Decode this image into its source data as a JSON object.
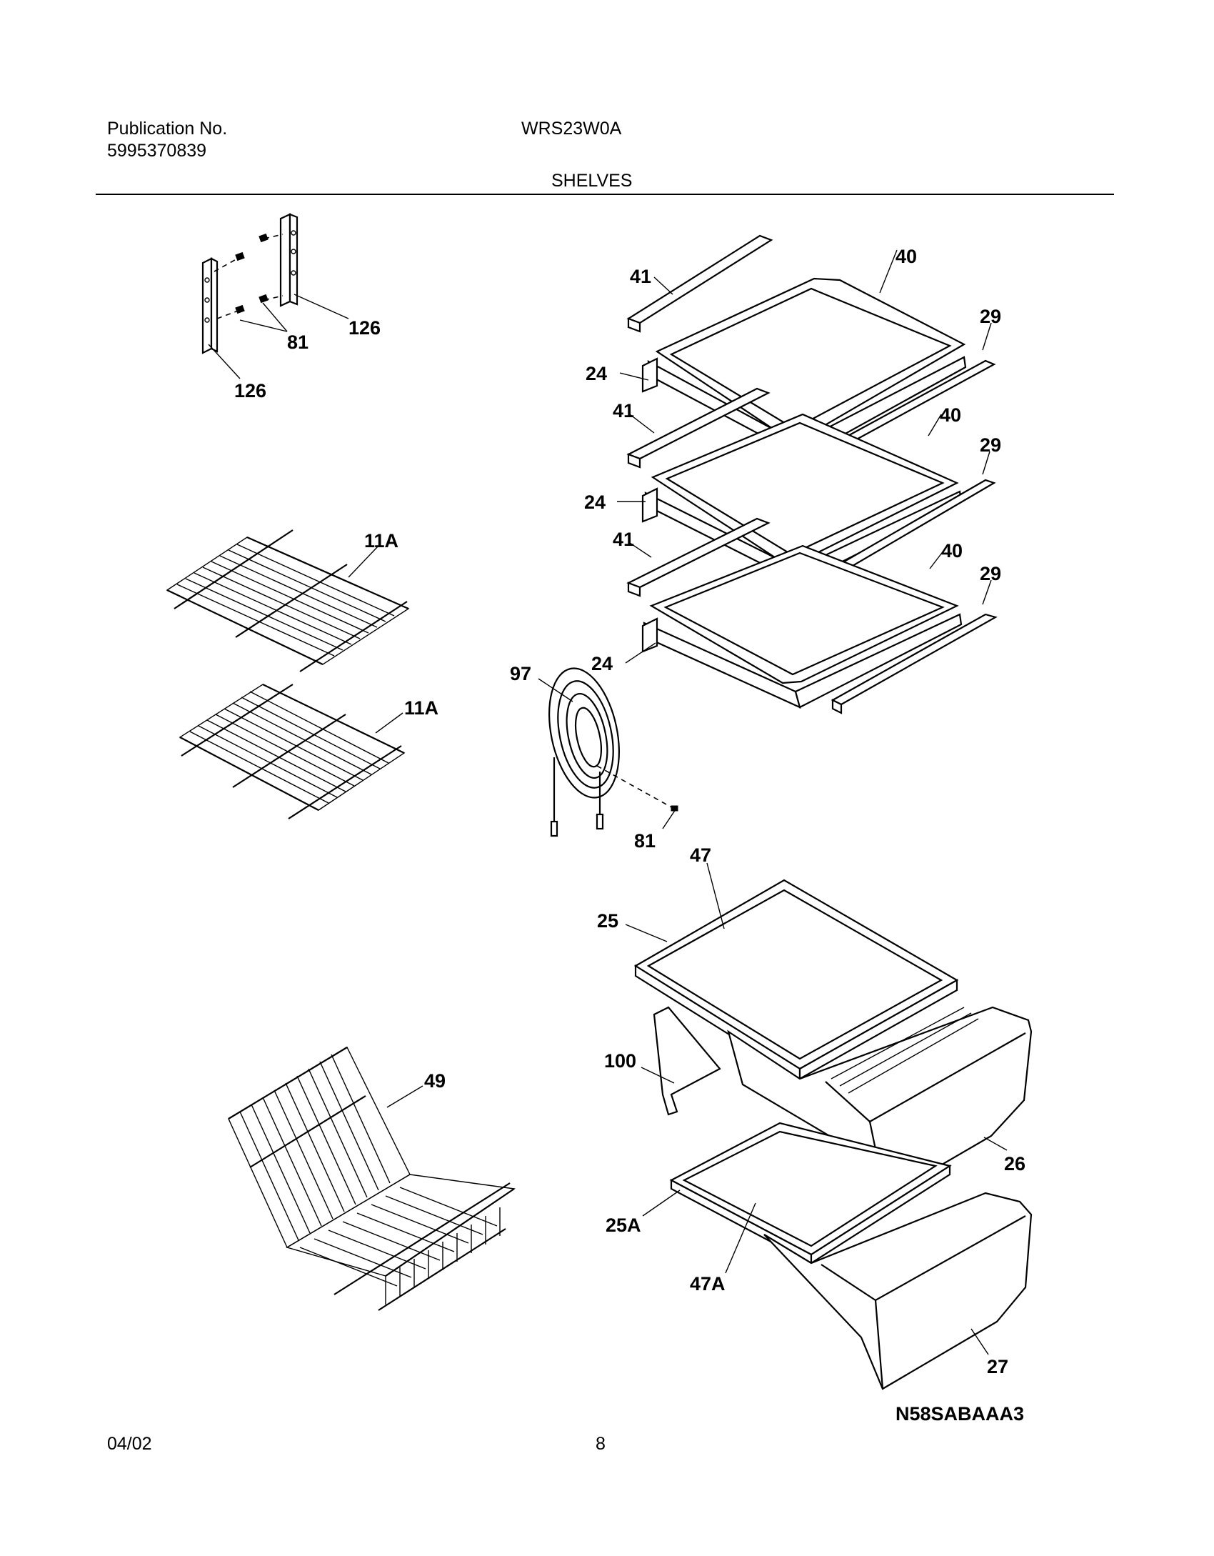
{
  "header": {
    "publication_label": "Publication No.",
    "publication_number": "5995370839",
    "model": "WRS23W0A",
    "section_title": "SHELVES"
  },
  "footer": {
    "date": "04/02",
    "page_number": "8"
  },
  "diagram_code": "N58SABAAA3",
  "callouts": [
    "126",
    "81",
    "126",
    "41",
    "40",
    "29",
    "24",
    "41",
    "40",
    "29",
    "24",
    "41",
    "40",
    "29",
    "24",
    "11A",
    "11A",
    "97",
    "81",
    "47",
    "25",
    "100",
    "49",
    "26",
    "25A",
    "47A",
    "27"
  ]
}
